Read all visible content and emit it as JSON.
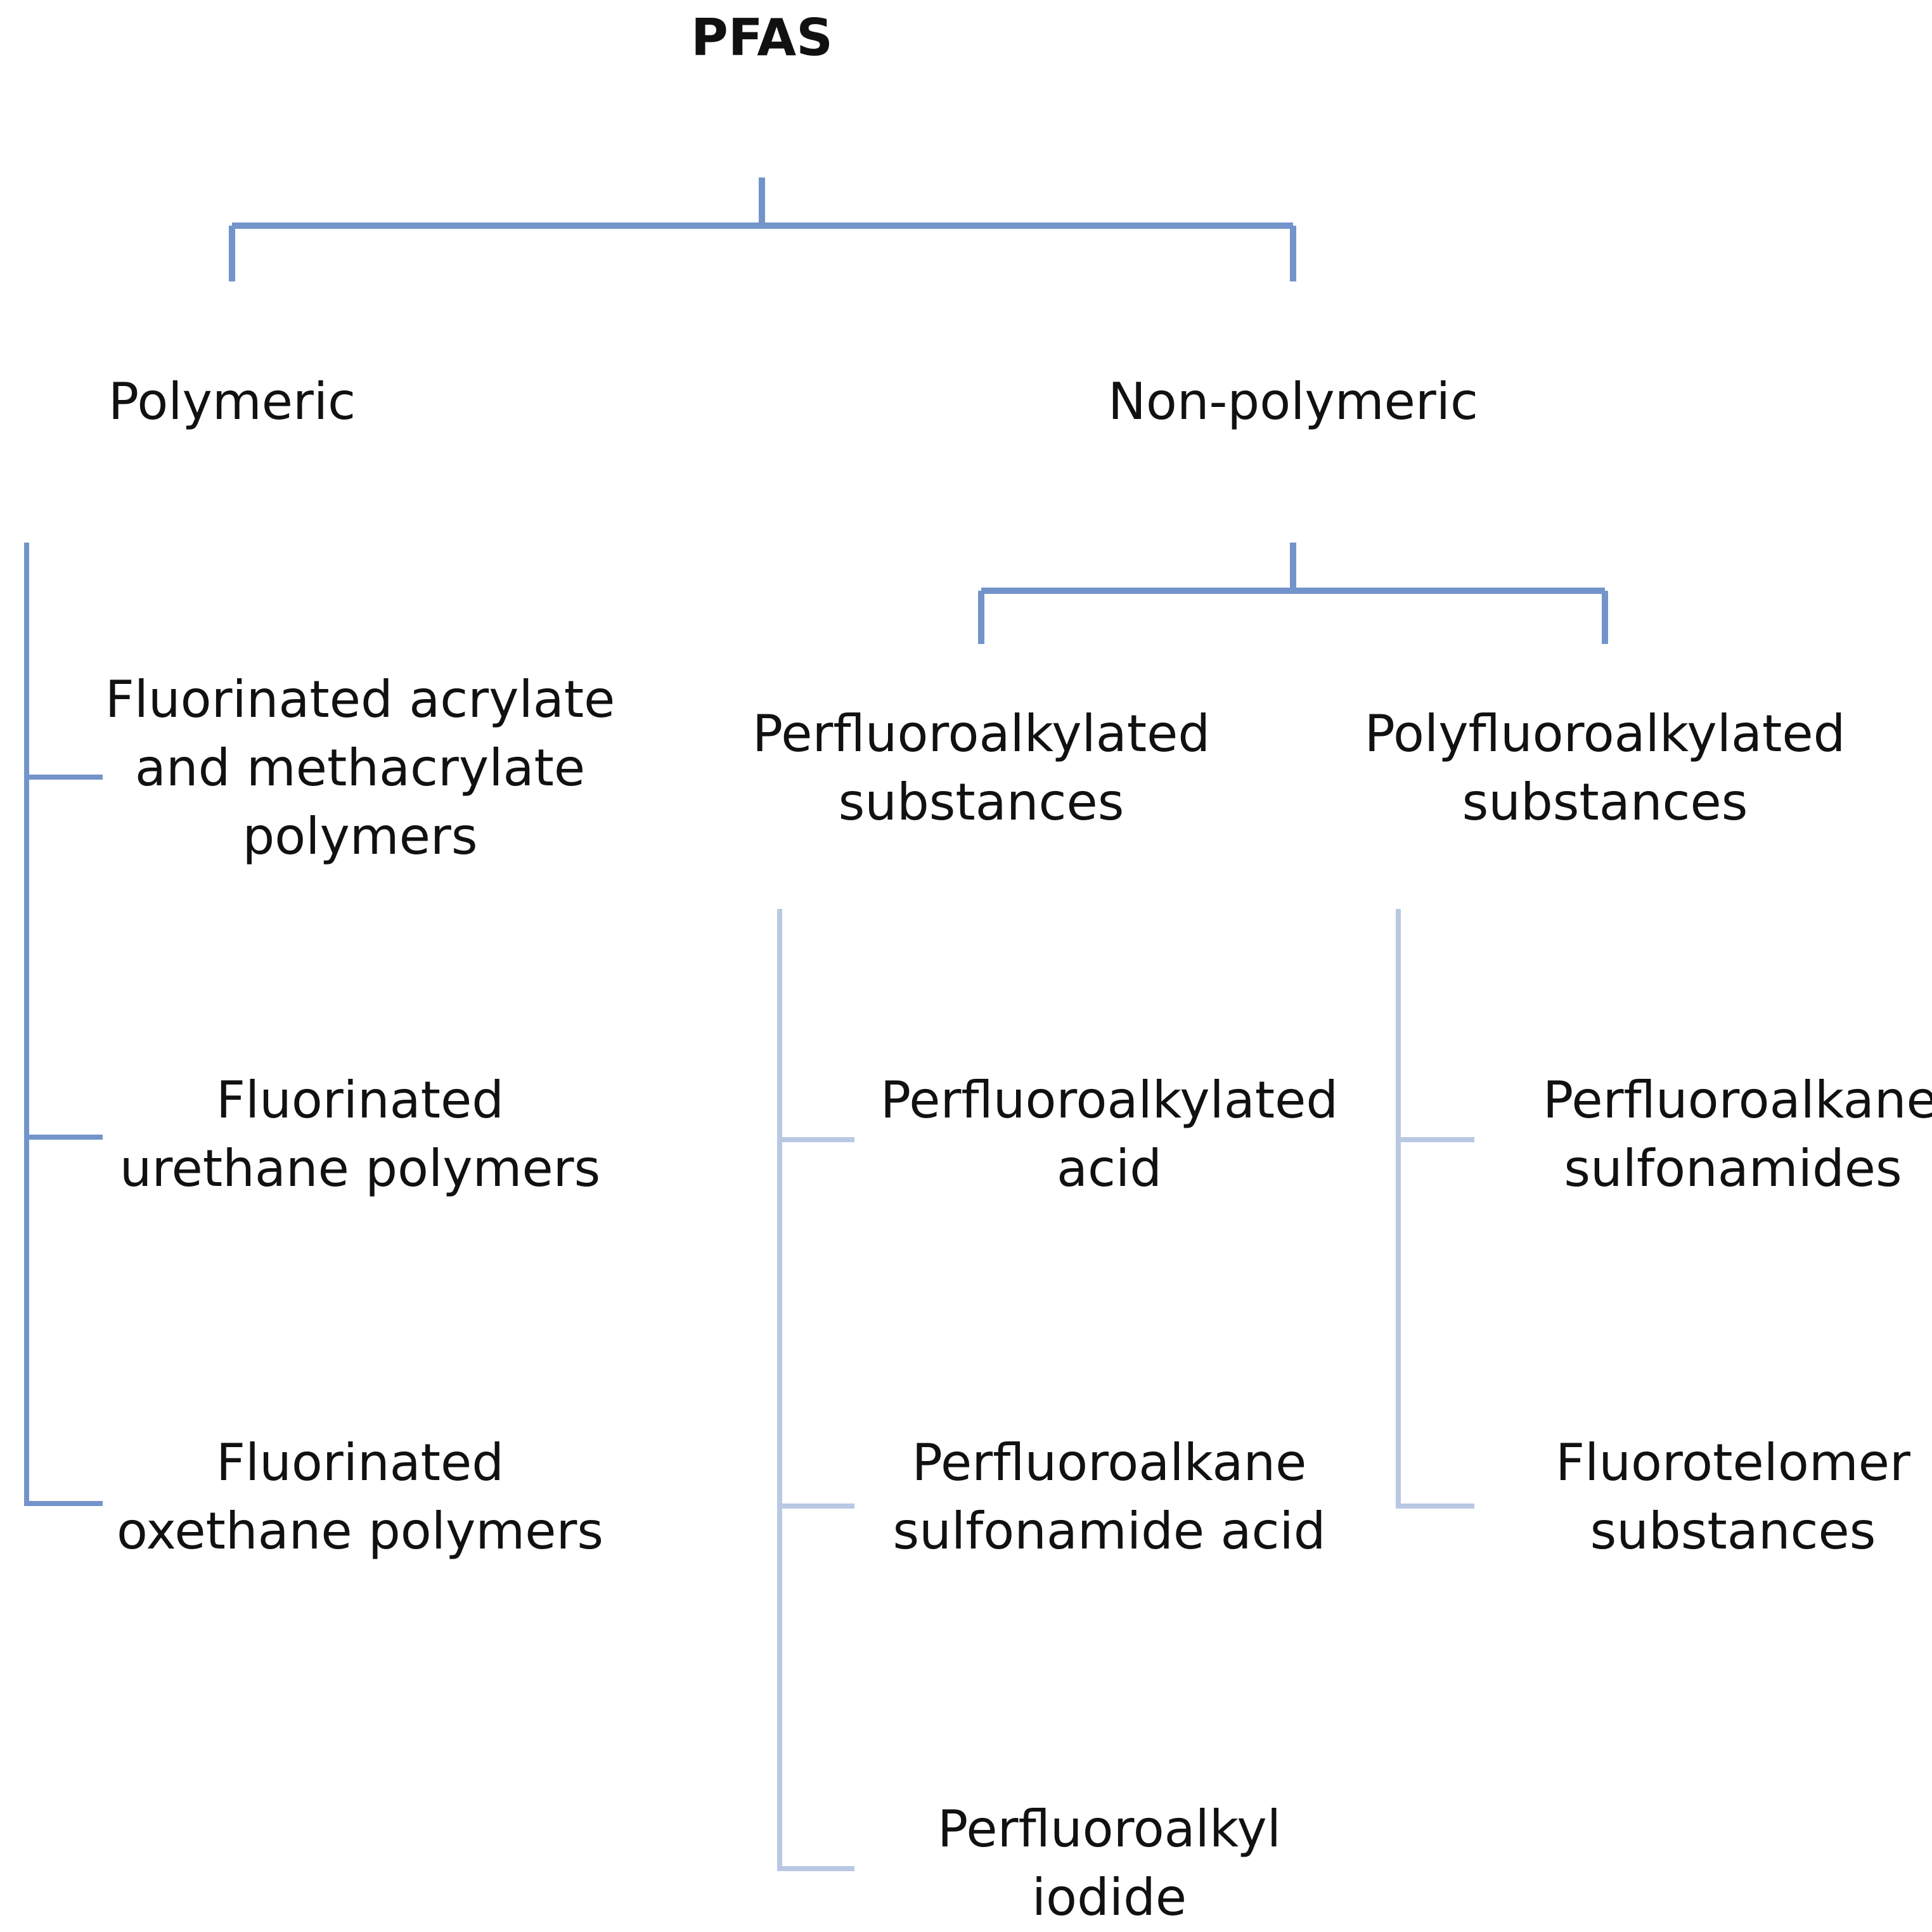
{
  "diagram": {
    "root": {
      "label": "PFAS"
    },
    "branches": {
      "polymeric": {
        "label": "Polymeric",
        "children": [
          "Fluorinated acrylate\nand methacrylate\npolymers",
          "Fluorinated\nurethane polymers",
          "Fluorinated\noxethane polymers"
        ]
      },
      "non_polymeric": {
        "label": "Non-polymeric",
        "groups": {
          "perfluoro": {
            "label": "Perfluoroalkylated\nsubstances",
            "children": [
              "Perfluoroalkylated\nacid",
              "Perfluoroalkane\nsulfonamide acid",
              "Perfluoroalkyl\niodide"
            ]
          },
          "polyfluoro": {
            "label": "Polyfluoroalkylated\nsubstances",
            "children": [
              "Perfluoroalkane\nsulfonamides",
              "Fluorotelomer\nsubstances"
            ]
          }
        }
      }
    }
  },
  "colors": {
    "connector_dark": "#7394cb",
    "connector_light": "#b9c8e3",
    "text": "#111111",
    "background": "#ffffff"
  }
}
